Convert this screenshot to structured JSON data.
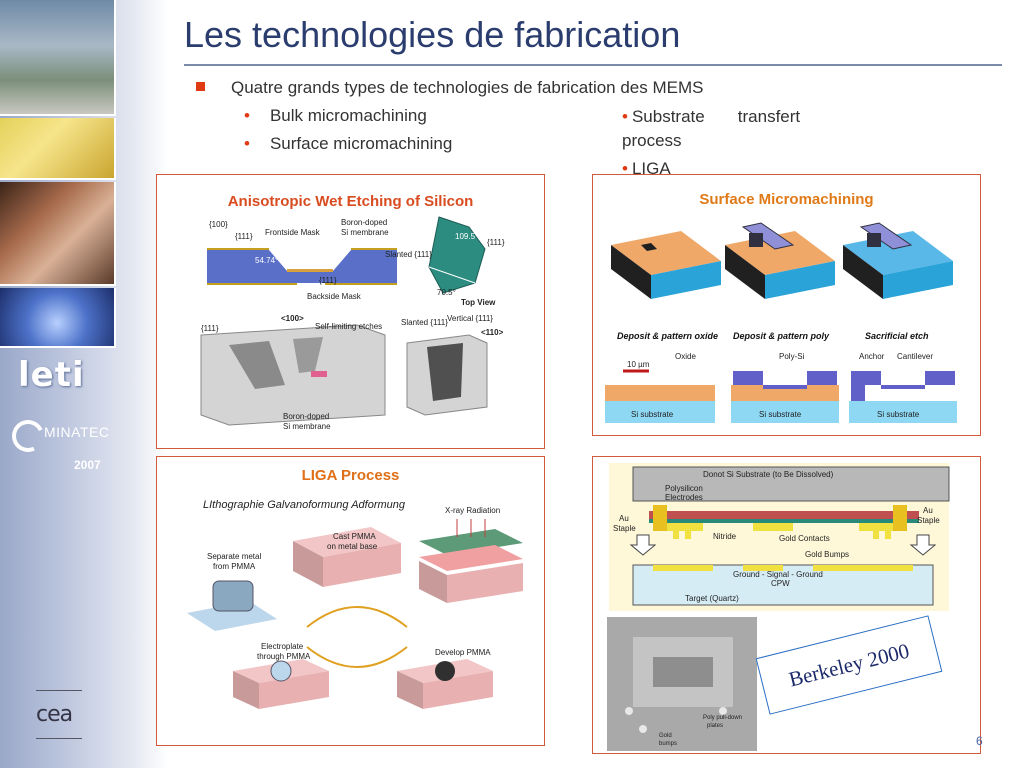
{
  "sidebar": {
    "logo": "leti",
    "minatec": "MINATEC",
    "year": "2007",
    "cea": "cea"
  },
  "title": "Les technologies de fabrication",
  "bullets": {
    "main": "Quatre grands types de technologies de fabrication des MEMS",
    "left": [
      "Bulk micromachining",
      "Surface micromachining"
    ],
    "right": [
      "Substrate       transfert",
      "process",
      "LIGA"
    ]
  },
  "panel_wet": {
    "title": "Anisotropic Wet Etching of Silicon",
    "labels": {
      "l100": "{100}",
      "l111a": "{111}",
      "frontside": "Frontside Mask",
      "boron": "Boron-doped",
      "membrane": "Si membrane",
      "angle": "54.74°",
      "l111b": "{111}",
      "backside": "Backside Mask",
      "angle2": "109.5°",
      "l111c": "{111}",
      "slanted": "Slanted {111}",
      "angle3": "70.5°",
      "topview": "Top View",
      "l111d": "{111}",
      "l100b": "<100>",
      "selflimit": "Self-limiting etches",
      "slanted2": "Slanted {111}",
      "vertical": "Vertical {111}",
      "l110": "<110>",
      "boron2": "Boron-doped",
      "membrane2": "Si membrane"
    }
  },
  "panel_surface": {
    "title": "Surface Micromachining",
    "captions": [
      "Deposit & pattern oxide",
      "Deposit & pattern poly",
      "Sacrificial etch"
    ],
    "scale": "10 µm",
    "labels": {
      "oxide": "Oxide",
      "polysi": "Poly-Si",
      "anchor": "Anchor",
      "cantilever": "Cantilever"
    },
    "substrate": "Si substrate"
  },
  "panel_liga": {
    "title": "LIGA Process",
    "subtitle": "LIthographie Galvanoformung Adformung",
    "labels": {
      "xray": "X-ray Radiation",
      "cast1": "Cast PMMA",
      "cast2": "on metal base",
      "sep1": "Separate metal",
      "sep2": "from PMMA",
      "elec1": "Electroplate",
      "elec2": "through PMMA",
      "develop": "Develop PMMA"
    }
  },
  "panel_transfer": {
    "labels": {
      "donot": "Donot Si Substrate (to Be Dissolved)",
      "poly1": "Polysilicon",
      "poly2": "Electrodes",
      "au1": "Au",
      "staple1": "Staple",
      "au2": "Au",
      "staple2": "Staple",
      "nitride": "Nitride",
      "goldcontacts": "Gold Contacts",
      "goldbumps": "Gold Bumps",
      "cpw1": "Ground - Signal - Ground",
      "cpw2": "CPW",
      "target": "Target (Quartz)",
      "sem1": "Poly pull-down",
      "sem2": "plates",
      "sem3": "Gold",
      "sem4": "bumps"
    },
    "badge": "Berkeley 2000"
  },
  "page_number": "6",
  "colors": {
    "title": "#2a3d6e",
    "bullet": "#e03a12",
    "panel_border": "#d25a3c",
    "panel_title": "#e07a18"
  }
}
